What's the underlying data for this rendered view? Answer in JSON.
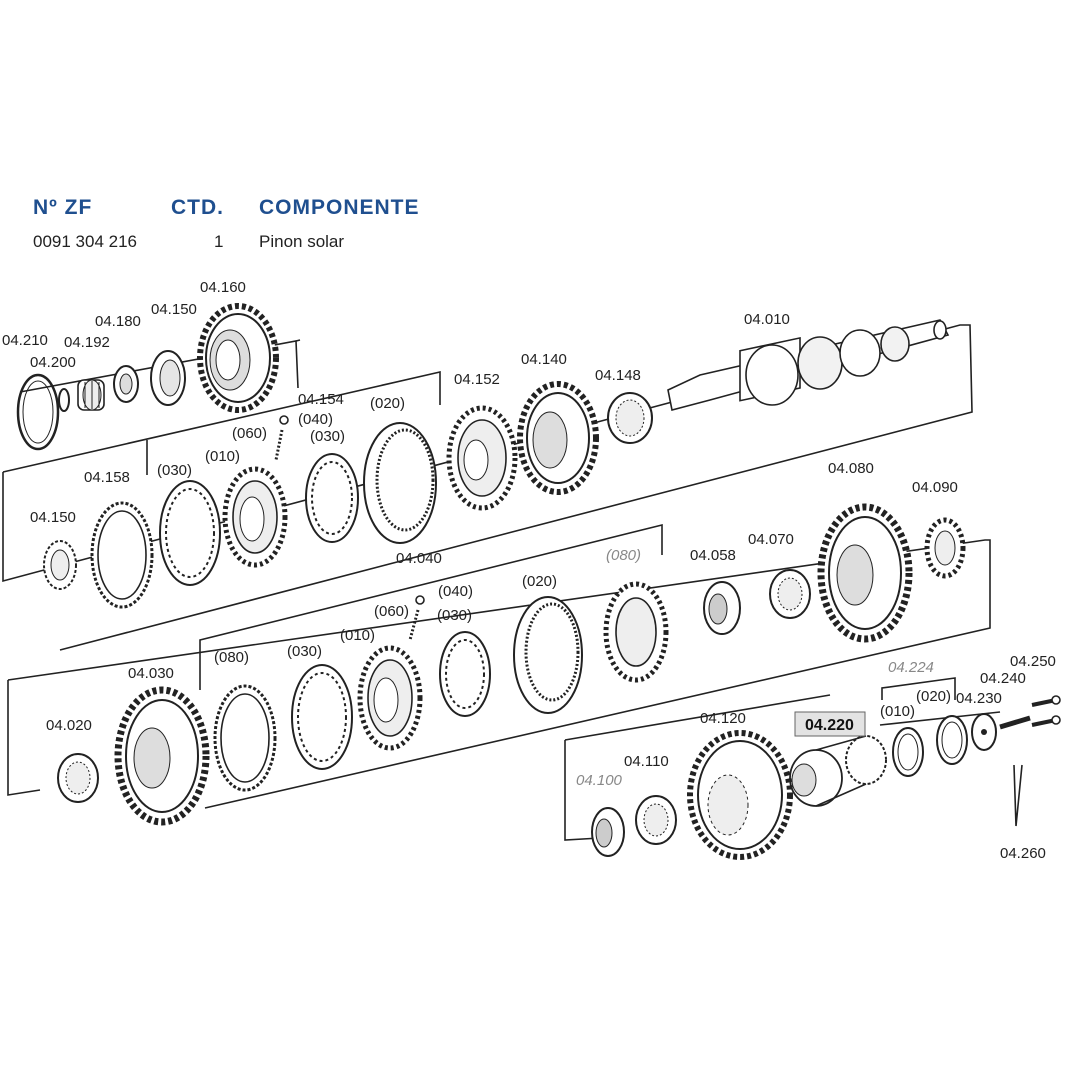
{
  "table": {
    "headers": {
      "part_no": "Nº ZF",
      "qty": "CTD.",
      "component": "COMPONENTE"
    },
    "row": {
      "part_no": "0091 304 216",
      "qty": "1",
      "component": "Pinon solar"
    }
  },
  "diagram": {
    "highlighted_part": "04.220",
    "labels": {
      "p04210": "04.210",
      "p04200": "04.200",
      "p04192": "04.192",
      "p04180": "04.180",
      "p04150a": "04.150",
      "p04160": "04.160",
      "p04010": "04.010",
      "p04154": "04.154",
      "p04152": "04.152",
      "p04140": "04.140",
      "p04148": "04.148",
      "p04158": "04.158",
      "p04150b": "04.150",
      "c030a": "(030)",
      "c010a": "(010)",
      "c060a": "(060)",
      "c040a": "(040)",
      "c030b": "(030)",
      "c020a": "(020)",
      "p04080": "04.080",
      "p04090": "04.090",
      "p04040": "04.040",
      "c040b": "(040)",
      "c060b": "(060)",
      "c010b": "(010)",
      "c030c": "(030)",
      "c080a": "(080)",
      "c020b": "(020)",
      "c080b": "(080)",
      "p04058": "04.058",
      "p04070": "04.070",
      "p04030": "04.030",
      "p04020": "04.020",
      "c030d": "(030)",
      "p04224": "04.224",
      "p04250": "04.250",
      "p04240": "04.240",
      "c010c": "(010)",
      "c020c": "(020)",
      "p04230": "04.230",
      "p04120": "04.120",
      "p04220": "04.220",
      "p04110": "04.110",
      "p04100": "04.100",
      "p04260": "04.260"
    }
  }
}
